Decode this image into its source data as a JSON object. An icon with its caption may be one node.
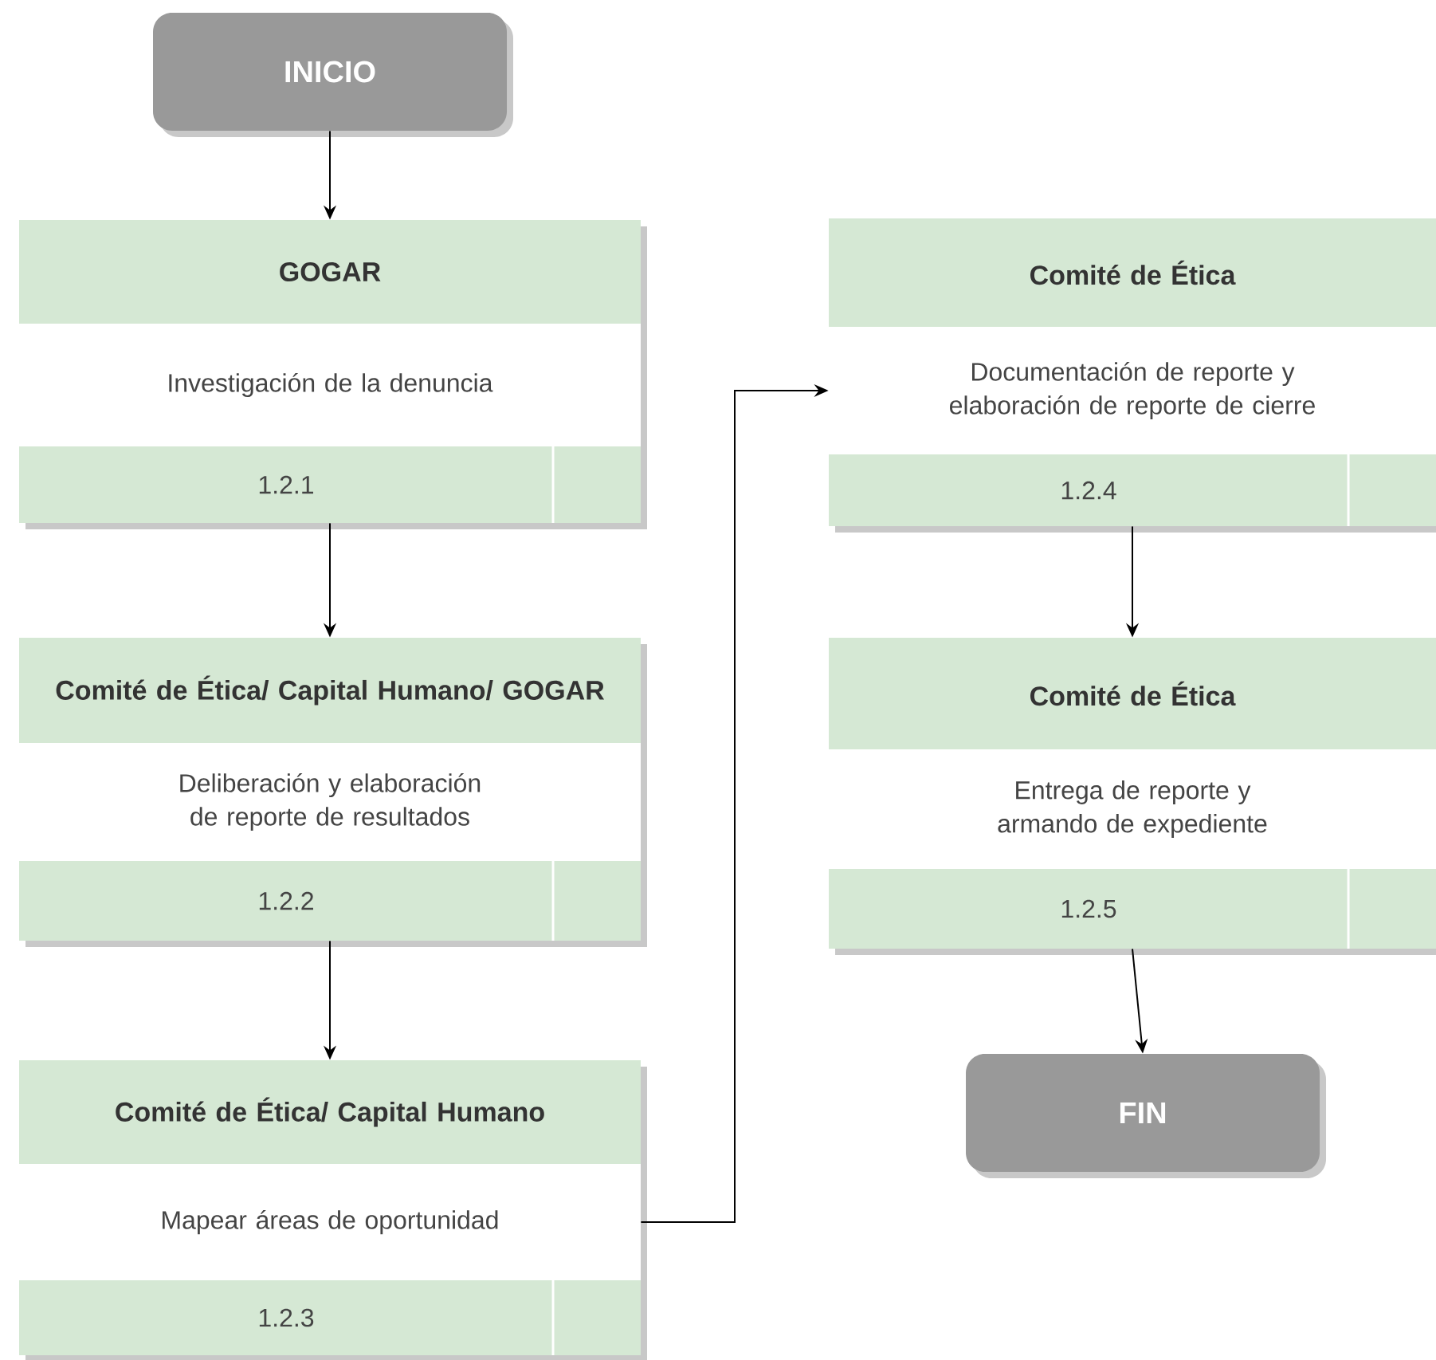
{
  "diagram": {
    "nodes": [
      {
        "text": [
          "INICIO"
        ]
      },
      {
        "text": [
          "GOGAR",
          "Investigación de la denuncia",
          "1.2.1"
        ]
      },
      {
        "text": [
          "Comité de Ética/ Capital Humano/ GOGAR",
          "Deliberación y elaboración de reporte de resultados",
          "1.2.2"
        ]
      },
      {
        "text": [
          "Comité de Ética/ Capital Humano",
          "Mapear áreas de oportunidad",
          "1.2.3"
        ]
      },
      {
        "text": [
          "Comité de Ética",
          "Documentación de reporte y elaboración de reporte de cierre",
          "1.2.4"
        ]
      },
      {
        "text": [
          "Comité de Ética",
          "Entrega de reporte y armando de expediente",
          "1.2.5"
        ]
      },
      {
        "text": [
          "FIN"
        ]
      }
    ],
    "edges": [
      {
        "from": 0,
        "to": 1,
        "arrow": "to"
      },
      {
        "from": 1,
        "to": 2,
        "arrow": "to"
      },
      {
        "from": 2,
        "to": 3,
        "arrow": "to"
      },
      {
        "from": 3,
        "to": 4,
        "arrow": "to"
      },
      {
        "from": 4,
        "to": 5,
        "arrow": "to"
      },
      {
        "from": 5,
        "to": 6,
        "arrow": "to"
      }
    ]
  }
}
